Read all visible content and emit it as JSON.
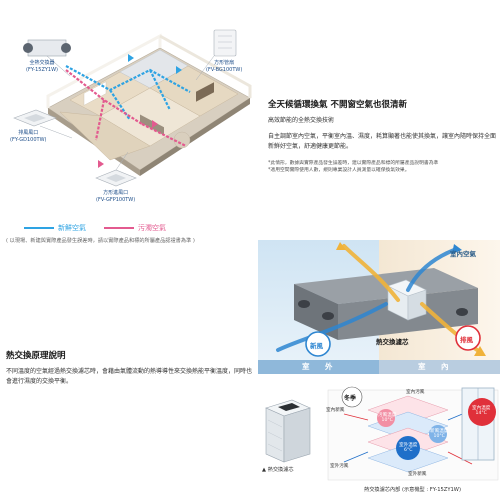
{
  "house": {
    "callouts": {
      "heat_exchanger": {
        "name": "全熱交換器",
        "model": "(FY-15ZY1W)"
      },
      "wall_fan": {
        "name": "方形管扇",
        "model": "(FV-BG100TW)"
      },
      "exhaust_port": {
        "name": "排風風口",
        "model": "(FY-GD100TW)"
      },
      "supply_port": {
        "name": "方形進風口",
        "model": "(FV-GFP100TW)"
      }
    },
    "legend": {
      "fresh_air": "新鮮空氣",
      "dirty_air": "污濁空氣"
    },
    "footnote": "( 以現場、新建與實際產品發生誤差時，請以實際產品和標的所屬產品認證書為準 )"
  },
  "hero": {
    "title": "全天候循環換氣 不開窗空氣也很清新",
    "subtitle": "高效節能的全熱交換技術",
    "body": "自主調節室內空氣，平衡室內溫、濕度，耗算顯著也能使其換氣，讓室內隨時保持全面新鮮好空氣，舒適健康更節能。",
    "notes": [
      "*此情形，數據與實際產品發生誤差時，建以實際產品和標的所屬產品說明書為準",
      "*適用空間實際使用人數，規則專業設計人員測量以確保換氣效果。"
    ]
  },
  "principle": {
    "title": "熱交換原理說明",
    "body": "不同溫度的空氣經過熱交換濾芯時，會藉由氣體流動的熱導導性來交換熱能平衡溫度，同時也會進行濕度的交換平衡。"
  },
  "diagram": {
    "indoor_air": "室內空氣",
    "fresh_air": "新風",
    "exhaust": "排風",
    "core": "熱交換濾芯",
    "outdoor_bar": "室　外",
    "indoor_bar": "室　內",
    "winter": "冬季",
    "core_caption": "▲ 熱交換濾芯",
    "inner_caption": "熱交換濾芯內部 (示意機型 : FY-15ZY1W)",
    "flow_labels": {
      "indoor_fresh": "室內新風",
      "indoor_dirty": "室內污風",
      "outdoor_dirty": "室外污風",
      "outdoor_fresh": "室外新風",
      "indoor_temp": "室內溫度",
      "indoor_temp_value": "14°C",
      "outdoor_temp": "室外溫度",
      "outdoor_temp_value": "6°C",
      "dirty_temp": "污風溫度",
      "dirty_temp_value": "10°C",
      "fresh_temp": "新風溫度",
      "fresh_temp_value": "10°C"
    }
  },
  "colors": {
    "fresh": "#2ea3e3",
    "dirty": "#e35a8f",
    "blue_bar": "#7fb3d9",
    "accent_red": "#e0303a",
    "accent_blue": "#1f6fc9",
    "text_dark": "#1a1a1a"
  }
}
